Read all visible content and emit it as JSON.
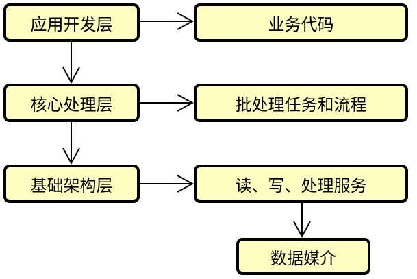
{
  "layers": [
    {
      "label": "应用开发层",
      "target": "业务代码"
    },
    {
      "label": "核心处理层",
      "target": "批处理任务和流程"
    },
    {
      "label": "基础架构层",
      "target": "读、写、处理服务"
    }
  ],
  "bottom": {
    "label": "数据媒介"
  },
  "colors": {
    "box_fill": "#ffffc4",
    "stroke": "#000000"
  }
}
